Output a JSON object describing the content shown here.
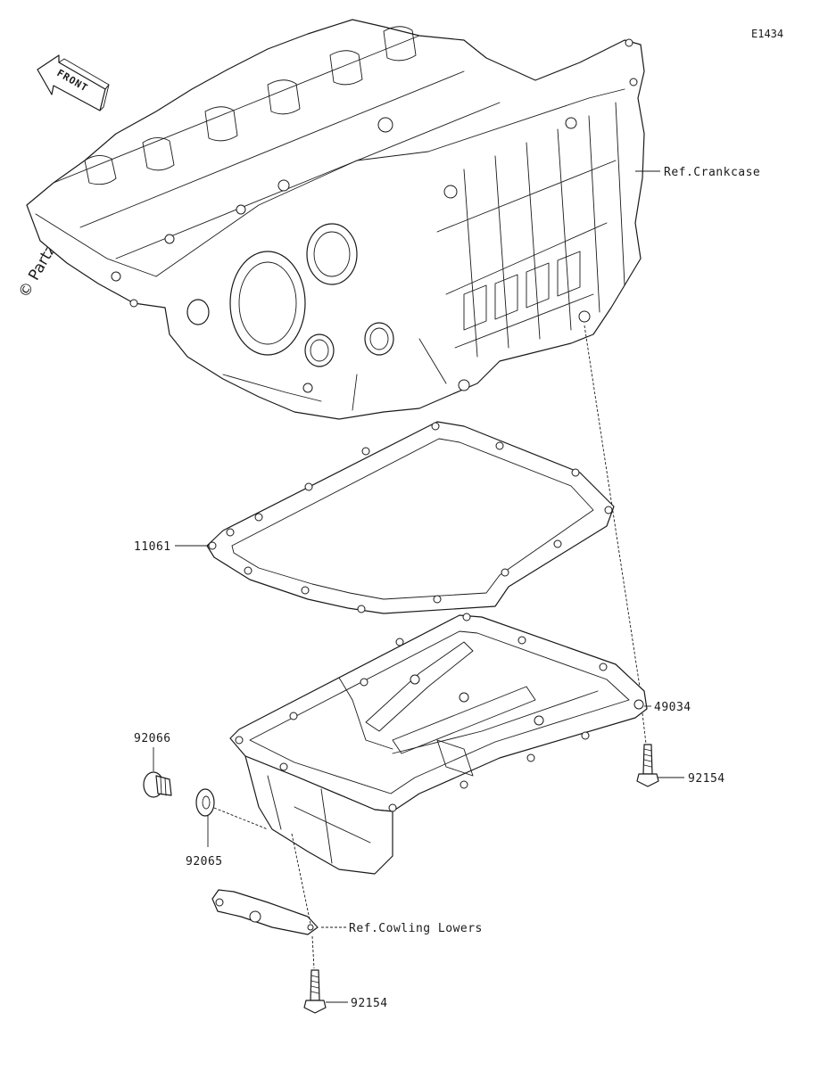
{
  "diagram_code": "E1434",
  "watermark": "© Partzilla.com",
  "front_label": "FRONT",
  "callouts": {
    "crankcase_ref": "Ref.Crankcase",
    "gasket": "11061",
    "oil_pan": "49034",
    "pan_bolt": "92154",
    "drain_plug": "92066",
    "drain_gasket": "92065",
    "cowling_ref": "Ref.Cowling Lowers",
    "bracket_bolt": "92154"
  }
}
